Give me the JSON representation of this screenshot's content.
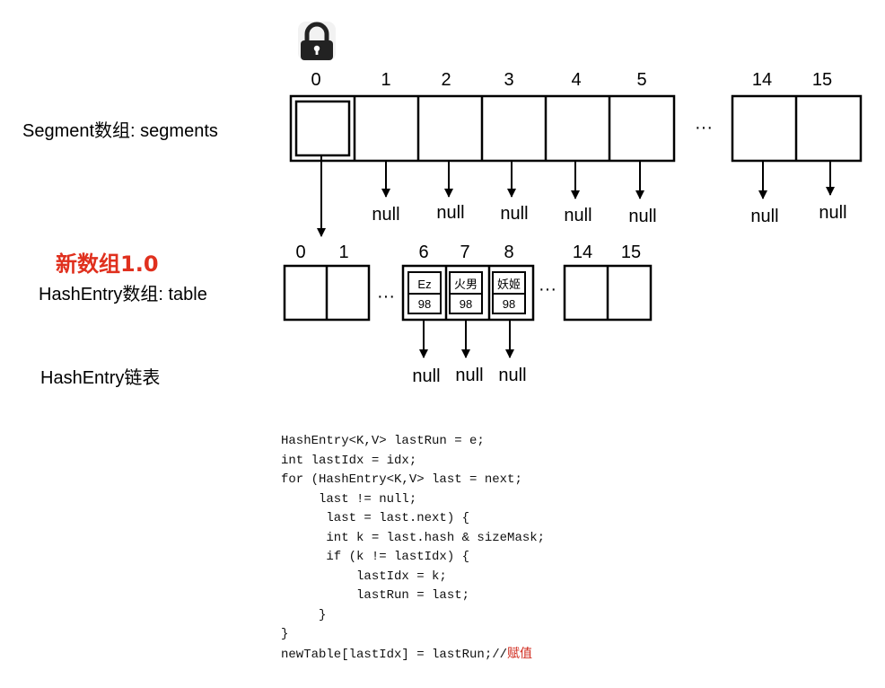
{
  "segments": {
    "label": "Segment数组: segments",
    "indices": [
      "0",
      "1",
      "2",
      "3",
      "4",
      "5",
      "14",
      "15"
    ],
    "ellipsis": "···",
    "nulls": [
      "null",
      "null",
      "null",
      "null",
      "null",
      "null",
      "null"
    ],
    "locked_icon": "lock-icon"
  },
  "table": {
    "title": "新数组1.0",
    "title_color": "#e0301e",
    "label": "HashEntry数组: table",
    "indices": [
      "0",
      "1",
      "6",
      "7",
      "8",
      "14",
      "15"
    ],
    "ellipsis_left": "···",
    "ellipsis_right": "···",
    "entries": [
      {
        "key": "Ez",
        "value": "98"
      },
      {
        "key": "火男",
        "value": "98"
      },
      {
        "key": "妖姬",
        "value": "98"
      }
    ],
    "nulls": [
      "null",
      "null",
      "null"
    ]
  },
  "list_label": "HashEntry链表",
  "code": {
    "lines": [
      "HashEntry<K,V> lastRun = e;",
      "int lastIdx = idx;",
      "for (HashEntry<K,V> last = next;",
      "     last != null;",
      "      last = last.next) {",
      "      int k = last.hash & sizeMask;",
      "      if (k != lastIdx) {",
      "          lastIdx = k;",
      "          lastRun = last;",
      "     }",
      "}",
      "newTable[lastIdx] = lastRun;//"
    ],
    "comment": "赋值",
    "comment_color": "#d0291c"
  }
}
